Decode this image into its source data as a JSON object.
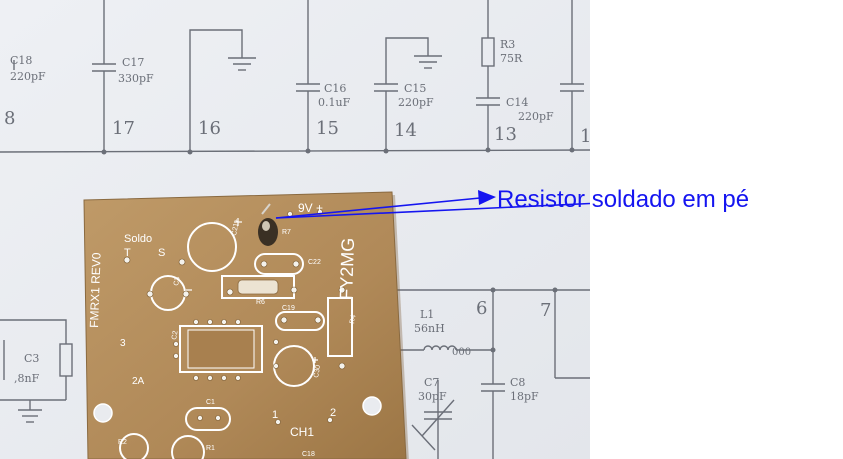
{
  "callout": {
    "text": "Resistor soldado em pé",
    "color": "#1515f0"
  },
  "schematic": {
    "parts": [
      {
        "ref": "C18",
        "value": "220pF"
      },
      {
        "ref": "C17",
        "value": "330pF"
      },
      {
        "ref": "C16",
        "value": "0.1uF"
      },
      {
        "ref": "C15",
        "value": "220pF"
      },
      {
        "ref": "R3",
        "value": "75R"
      },
      {
        "ref": "C14",
        "value": "220pF"
      },
      {
        "ref": "L1",
        "value": "56nH"
      },
      {
        "ref": "C7",
        "value": "30pF"
      },
      {
        "ref": "C8",
        "value": "18pF"
      },
      {
        "ref": "C3",
        "value": ",8nF"
      }
    ],
    "pins": [
      "8",
      "17",
      "16",
      "15",
      "14",
      "13",
      "1",
      "6",
      "7"
    ],
    "coil_mark": "000"
  },
  "board": {
    "name": "FY2MG",
    "revision": "FMRX1 REV0",
    "supply": "9V +",
    "solder_label": "Soldo",
    "pin_labels": [
      "T",
      "S",
      "3",
      "2A",
      "1",
      "2",
      "CH1"
    ],
    "part_labels": [
      "C21+",
      "R7",
      "C22",
      "C3",
      "R6",
      "C19",
      "R4",
      "C2",
      "C30",
      "C1",
      "R2",
      "R1",
      "C18"
    ]
  },
  "colors": {
    "board": "#b59060",
    "paper": "#f1f3f6",
    "ink": "#6b6f78"
  }
}
